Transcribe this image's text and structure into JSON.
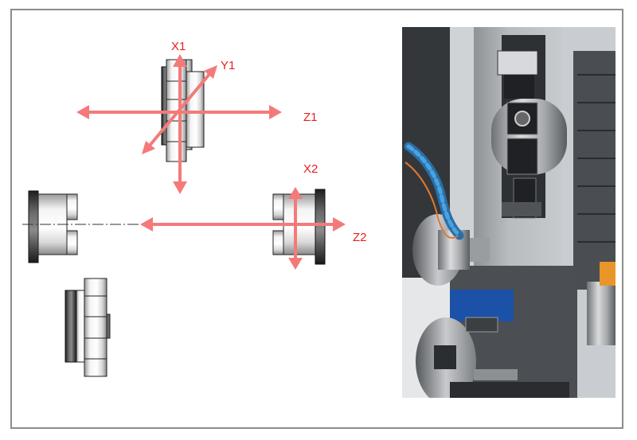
{
  "axes": {
    "x1": "X1",
    "y1": "Y1",
    "z1": "Z1",
    "x2": "X2",
    "z2": "Z2"
  },
  "colors": {
    "arrow": "#f47a7a",
    "label": "#e8201e",
    "frame": "#8c8c8c",
    "metal_dark": "#3a3a3a",
    "coolant_hose": "#2a6fa8"
  },
  "photo": {
    "subject": "lathe-machine-interior"
  }
}
